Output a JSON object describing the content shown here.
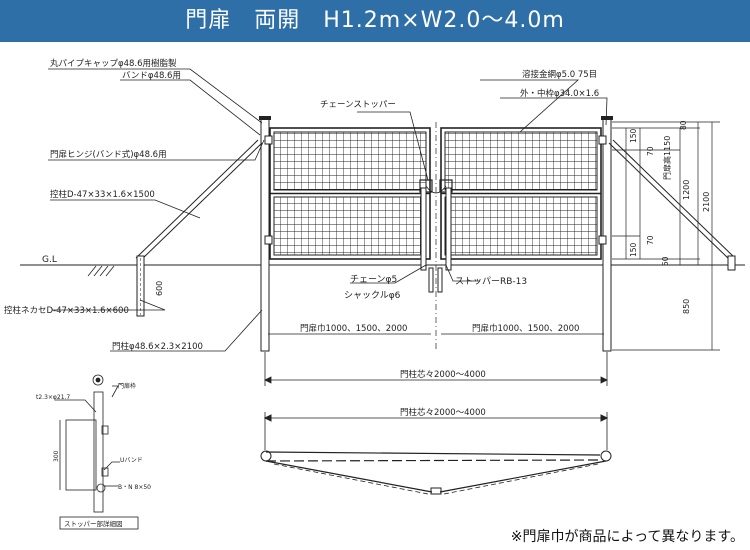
{
  "header": {
    "title": "門扉　両開　H1.2m×W2.0〜4.0m",
    "background": "#2f6fa8"
  },
  "labels": {
    "cap": "丸パイプキャップφ48.6用樹脂製",
    "band": "バンドφ48.6用",
    "hinge": "門扉ヒンジ(バンド式)φ48.6用",
    "brace": "控柱D-47×33×1.6×1500",
    "gl": "G.L",
    "brace_anchor": "控柱ネカセD-47×33×1.6×600",
    "post": "門柱φ48.6×2.3×2100",
    "chain_stopper": "チェーンストッパー",
    "mesh": "溶接金網φ5.0 75目",
    "frame": "外・中枠φ34.0×1.6",
    "chain": "チェーンφ5",
    "shackle": "シャックルφ6",
    "stopper": "ストッパーRB-13",
    "leaf_width_left": "門扉巾1000、1500、2000",
    "leaf_width_right": "門扉巾1000、1500、2000",
    "center_front": "門柱芯々2000〜4000",
    "center_plan": "門柱芯々2000〜4000",
    "gate_height": "門扉高1150"
  },
  "dimensions": {
    "d150_top": "150",
    "d70_top": "70",
    "d70_bottom": "70",
    "d150_bottom": "150",
    "d50_bottom": "50",
    "d80_top": "80",
    "d1200": "1200",
    "d2100": "2100",
    "d850": "850",
    "d600": "600"
  },
  "detail": {
    "pipe": "t2.3×φ21.7",
    "gate_frame": "門扉枠",
    "u_band": "Uバンド",
    "bolt": "B・N 8×50",
    "height": "300",
    "caption": "ストッパー部詳細図"
  },
  "footer": {
    "note": "※門扉巾が商品によって異なります。"
  }
}
